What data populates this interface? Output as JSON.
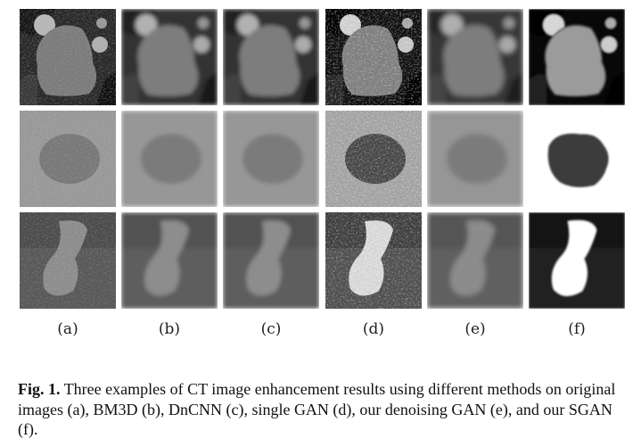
{
  "figure": {
    "columns": [
      {
        "label": "(a)",
        "method": "original"
      },
      {
        "label": "(b)",
        "method": "bm3d"
      },
      {
        "label": "(c)",
        "method": "dncnn"
      },
      {
        "label": "(d)",
        "method": "single-gan"
      },
      {
        "label": "(e)",
        "method": "denoising-gan"
      },
      {
        "label": "(f)",
        "method": "sgan"
      }
    ],
    "rows": [
      "ct-slice",
      "lesion-crop-1",
      "lesion-crop-2"
    ]
  },
  "caption": {
    "label": "Fig. 1.",
    "text": "Three examples of CT image enhancement results using different methods on original images (a), BM3D (b), DnCNN (c), single GAN (d), our denoising GAN (e), and our SGAN (f)."
  }
}
